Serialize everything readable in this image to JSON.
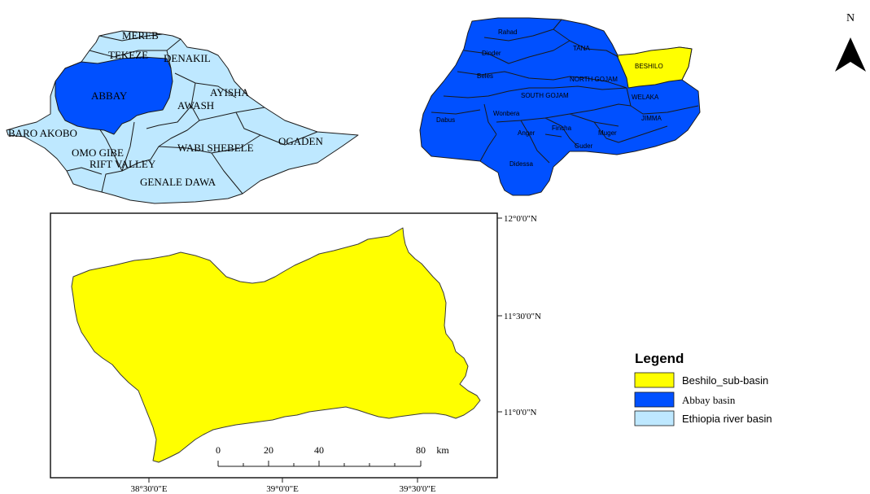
{
  "colors": {
    "beshilo": "#ffff00",
    "abbay": "#0050ff",
    "ethiopia": "#bee8ff",
    "outline": "#1a1a1a"
  },
  "ethiopia_map": {
    "labels": [
      "MEREB",
      "TEKEZE",
      "DENAKIL",
      "ABBAY",
      "AYISHA",
      "AWASH",
      "BARO AKOBO",
      "OMO GIBE",
      "WABI SHEBELE",
      "OGADEN",
      "RIFT VALLEY",
      "GENALE DAWA"
    ]
  },
  "abbay_map": {
    "labels": [
      "Rahad",
      "Dinder",
      "TANA",
      "BESHILO",
      "Beles",
      "NORTH GOJAM",
      "WELAKA",
      "Dabus",
      "SOUTH GOJAM",
      "Wonbera",
      "JIMMA",
      "Anger",
      "Fincha",
      "Muger",
      "Guder",
      "Didessa"
    ]
  },
  "north_arrow": {
    "label": "N"
  },
  "main_map": {
    "lat_labels": [
      "12°0'0\"N",
      "11°30'0\"N",
      "11°0'0\"N"
    ],
    "lon_labels": [
      "38°30'0\"E",
      "39°0'0\"E",
      "39°30'0\"E"
    ]
  },
  "scale_bar": {
    "ticks": [
      "0",
      "20",
      "40",
      "80"
    ],
    "unit": "km"
  },
  "legend": {
    "title": "Legend",
    "items": [
      {
        "label": "Beshilo_sub-basin",
        "color": "#ffff00"
      },
      {
        "label": "Abbay basin",
        "color": "#0050ff"
      },
      {
        "label": "Ethiopia river basin",
        "color": "#bee8ff"
      }
    ]
  }
}
